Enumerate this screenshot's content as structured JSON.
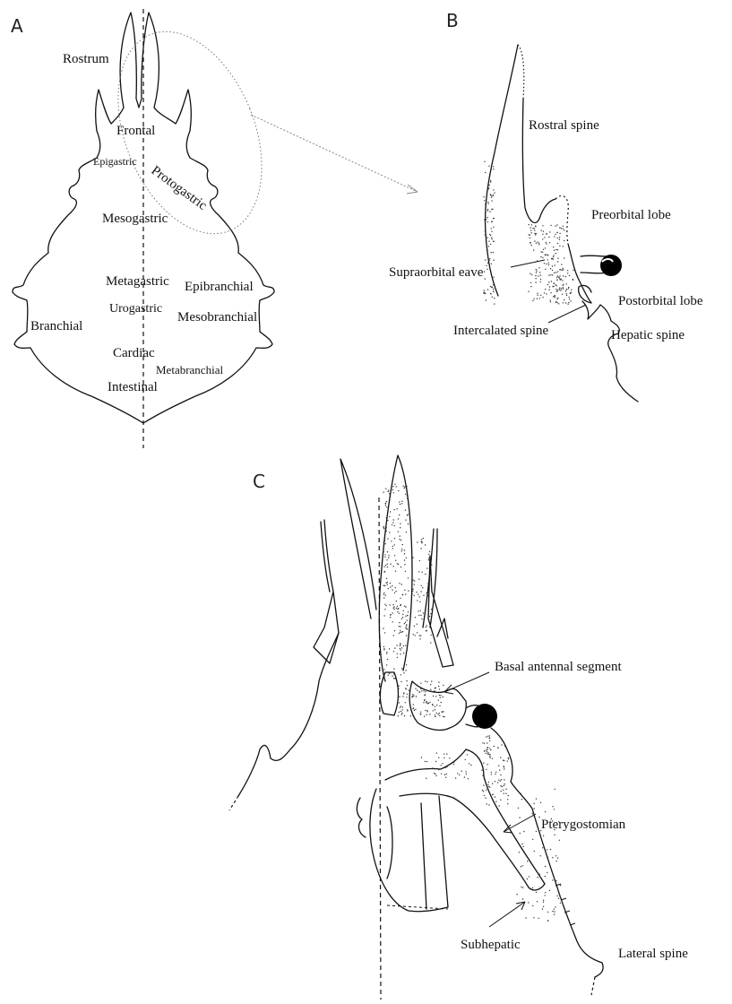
{
  "panels": {
    "a": {
      "letter": "A",
      "labels": {
        "rostrum": "Rostrum",
        "frontal": "Frontal",
        "epigastric": "Epigastric",
        "protogastric": "Protogastric",
        "mesogastric": "Mesogastric",
        "metagastric": "Metagastric",
        "epibranchial": "Epibranchial",
        "urogastric": "Urogastric",
        "mesobranchial": "Mesobranchial",
        "branchial": "Branchial",
        "cardiac": "Cardiac",
        "metabranchial": "Metabranchial",
        "intestinal": "Intestinal"
      }
    },
    "b": {
      "letter": "B",
      "labels": {
        "rostral_spine": "Rostral spine",
        "preorbital_lobe": "Preorbital lobe",
        "supraorbital_eave": "Supraorbital eave",
        "postorbital_lobe": "Postorbital lobe",
        "intercalated_spine": "Intercalated spine",
        "hepatic_spine": "Hepatic spine"
      }
    },
    "c": {
      "letter": "C",
      "labels": {
        "basal_antennal_segment": "Basal antennal segment",
        "pterygostomian": "Pterygostomian",
        "subhepatic": "Subhepatic",
        "lateral_spine": "Lateral spine"
      }
    }
  }
}
